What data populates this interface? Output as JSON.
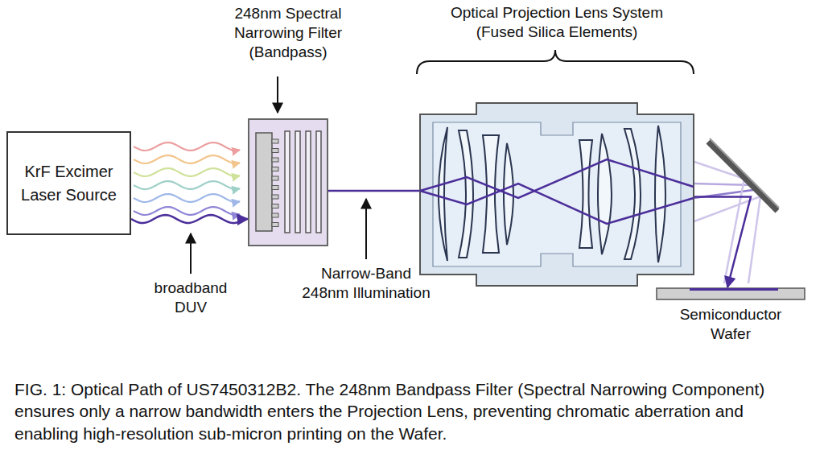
{
  "diagram": {
    "caption": "FIG. 1: Optical Path of US7450312B2. The 248nm Bandpass Filter (Spectral Narrowing Component) ensures only a narrow bandwidth enters the Projection Lens, preventing chromatic aberration and enabling high-resolution sub-micron printing on the Wafer.",
    "nodes": [
      {
        "text": [
          "KrF Excimer Laser Source"
        ]
      },
      {
        "text": [
          "248nm Spectral Narrowing Filter (Bandpass)"
        ]
      },
      {
        "text": [
          "Optical Projection Lens System (Fused Silica Elements)"
        ]
      },
      {
        "text": [
          "Semiconductor Wafer"
        ]
      }
    ],
    "edges": [
      {
        "from": 0,
        "to": 1,
        "arrow": "to"
      },
      {
        "from": 1,
        "to": 2,
        "arrow": "none"
      },
      {
        "from": 2,
        "to": 3,
        "arrow": "to"
      }
    ],
    "labels": [
      "broadband DUV",
      "Narrow-Band 248nm Illumination"
    ]
  }
}
